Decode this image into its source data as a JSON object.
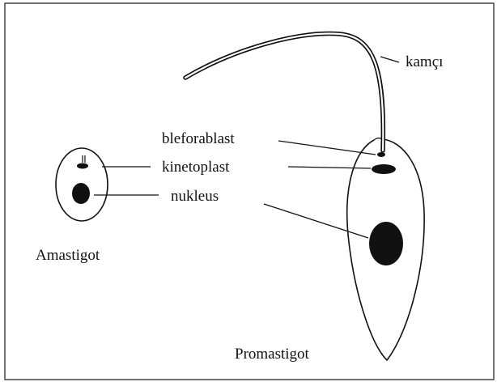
{
  "labels": {
    "flagellum": "kamçı",
    "blepharoplast": "bleforablast",
    "kinetoplast": "kinetoplast",
    "nucleus": "nukleus",
    "amastigote": "Amastigot",
    "promastigote": "Promastigot"
  }
}
